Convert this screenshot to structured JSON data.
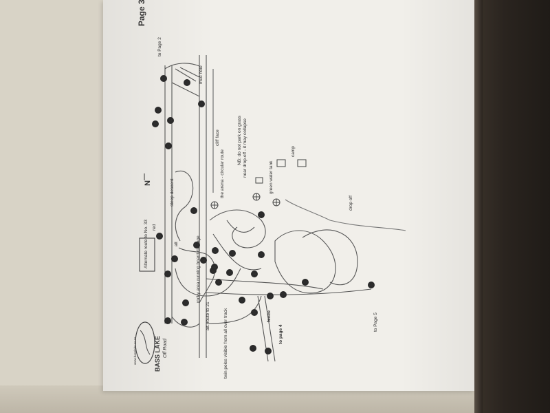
{
  "page_label": "Page 3",
  "brand": {
    "name": "BASS LAKE",
    "subtitle": "Off Road",
    "url": "www.basslake.co.za"
  },
  "north": "N",
  "labels": {
    "to_page_2": "to Page 2",
    "mud_hole": "mud hole",
    "cliff_face": "cliff face",
    "arena": "the arena - circular route",
    "nb_line1": "NB: do not park on grass",
    "nb_line2": "near drop-off - it may collapse",
    "camp": "camp",
    "green_water_tank": "green water tank",
    "steep_descent": "steep descent",
    "red": "red",
    "alt": "alt",
    "alt_route_to_21": "alt. route to 21",
    "alternate_route": "Alternate route to No. 33",
    "rocky_area": "rocky area running board damage",
    "drop_off": "drop off",
    "fence": "fence",
    "to_page_4": "to page 4",
    "to_page_5": "to Page 5",
    "twin_poles": "twin poles visible from all over track"
  },
  "markers": [
    "10",
    "11",
    "13",
    "14",
    "15",
    "16",
    "17",
    "18",
    "19",
    "20",
    "21",
    "22",
    "23",
    "24",
    "25",
    "26",
    "27",
    "28",
    "29",
    "30",
    "31",
    "32",
    "33",
    "34",
    "35",
    "36",
    "37",
    "38",
    "39",
    "40",
    "41",
    "42",
    "43"
  ]
}
